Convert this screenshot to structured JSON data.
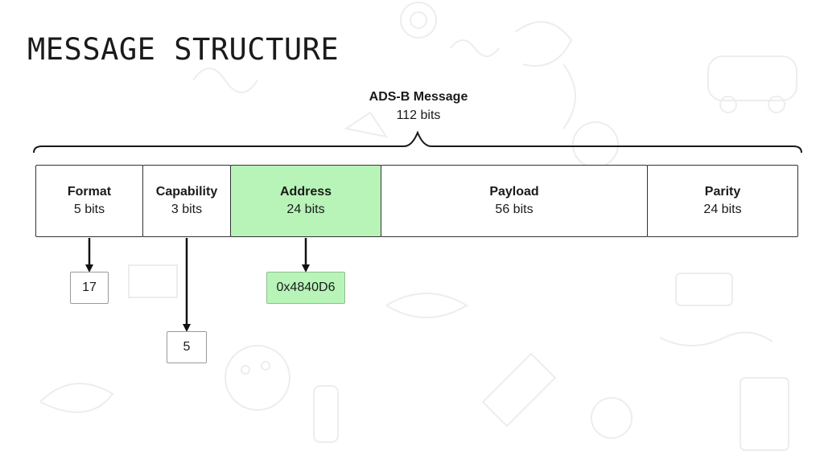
{
  "title": "MESSAGE STRUCTURE",
  "message": {
    "name": "ADS-B Message",
    "bits": "112 bits"
  },
  "fields": [
    {
      "name": "Format",
      "bits": "5 bits",
      "highlighted": false
    },
    {
      "name": "Capability",
      "bits": "3 bits",
      "highlighted": false
    },
    {
      "name": "Address",
      "bits": "24 bits",
      "highlighted": true
    },
    {
      "name": "Payload",
      "bits": "56 bits",
      "highlighted": false
    },
    {
      "name": "Parity",
      "bits": "24 bits",
      "highlighted": false
    }
  ],
  "values": [
    {
      "field": "Format",
      "value": "17"
    },
    {
      "field": "Capability",
      "value": "5"
    },
    {
      "field": "Address",
      "value": "0x4840D6"
    }
  ],
  "colors": {
    "highlight": "#b8f4b8",
    "border": "#333333",
    "text": "#1a1a1a"
  }
}
